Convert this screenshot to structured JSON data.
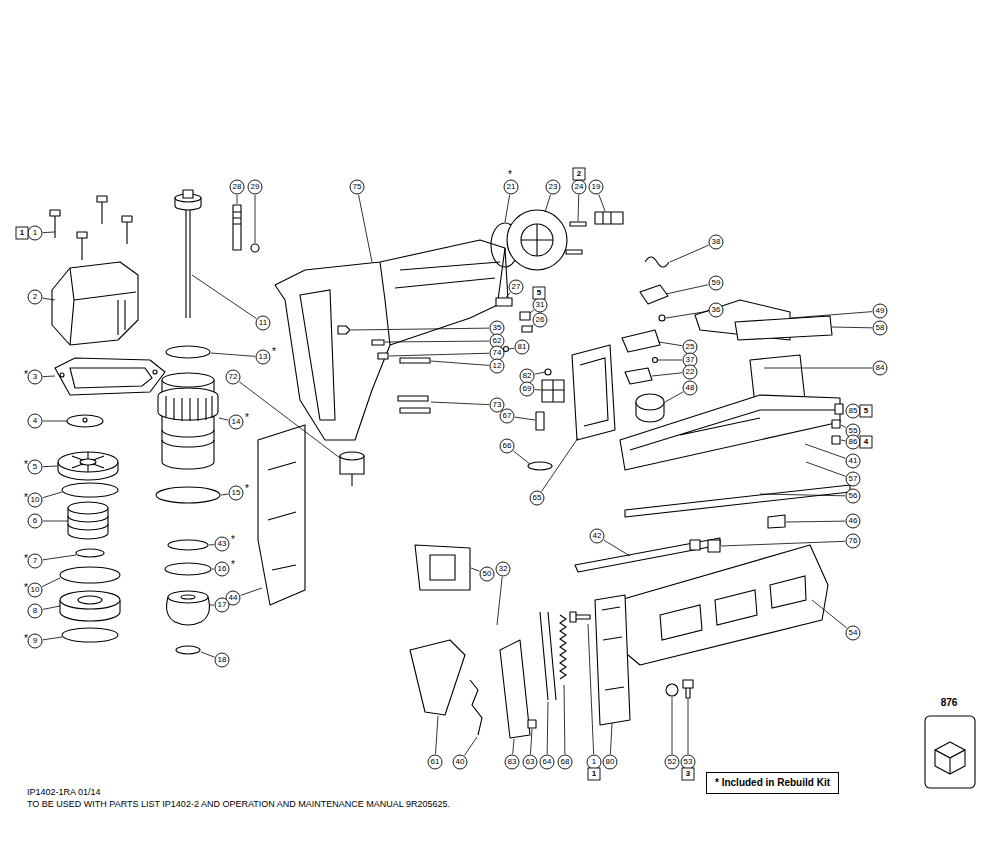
{
  "diagram": {
    "nodes": [
      {
        "text": [
          "* Included in Rebuild Kit"
        ]
      }
    ],
    "labels": [
      "1",
      "1",
      "2",
      "*",
      "3",
      "4",
      "*",
      "5",
      "*",
      "10",
      "6",
      "*",
      "7",
      "*",
      "10",
      "8",
      "*",
      "9",
      "28",
      "29",
      "11",
      "13",
      "*",
      "72",
      "14",
      "*",
      "15",
      "*",
      "44",
      "43",
      "*",
      "16",
      "*",
      "17",
      "18",
      "75",
      "*",
      "21",
      "23",
      "2",
      "24",
      "19",
      "38",
      "59",
      "27",
      "5",
      "31",
      "26",
      "81",
      "36",
      "35",
      "62",
      "74",
      "12",
      "82",
      "69",
      "73",
      "67",
      "66",
      "25",
      "37",
      "22",
      "48",
      "65",
      "49",
      "58",
      "84",
      "85",
      "5",
      "55",
      "86",
      "4",
      "41",
      "57",
      "56",
      "46",
      "76",
      "54",
      "42",
      "50",
      "32",
      "61",
      "40",
      "83",
      "63",
      "64",
      "68",
      "1",
      "1",
      "80",
      "52",
      "53",
      "3",
      "876",
      "IP1402-1RA 01/14",
      "TO BE USED WITH PARTS LIST IP1402-2 AND OPERATION AND MAINTENANCE MANUAL 9R205625."
    ]
  }
}
